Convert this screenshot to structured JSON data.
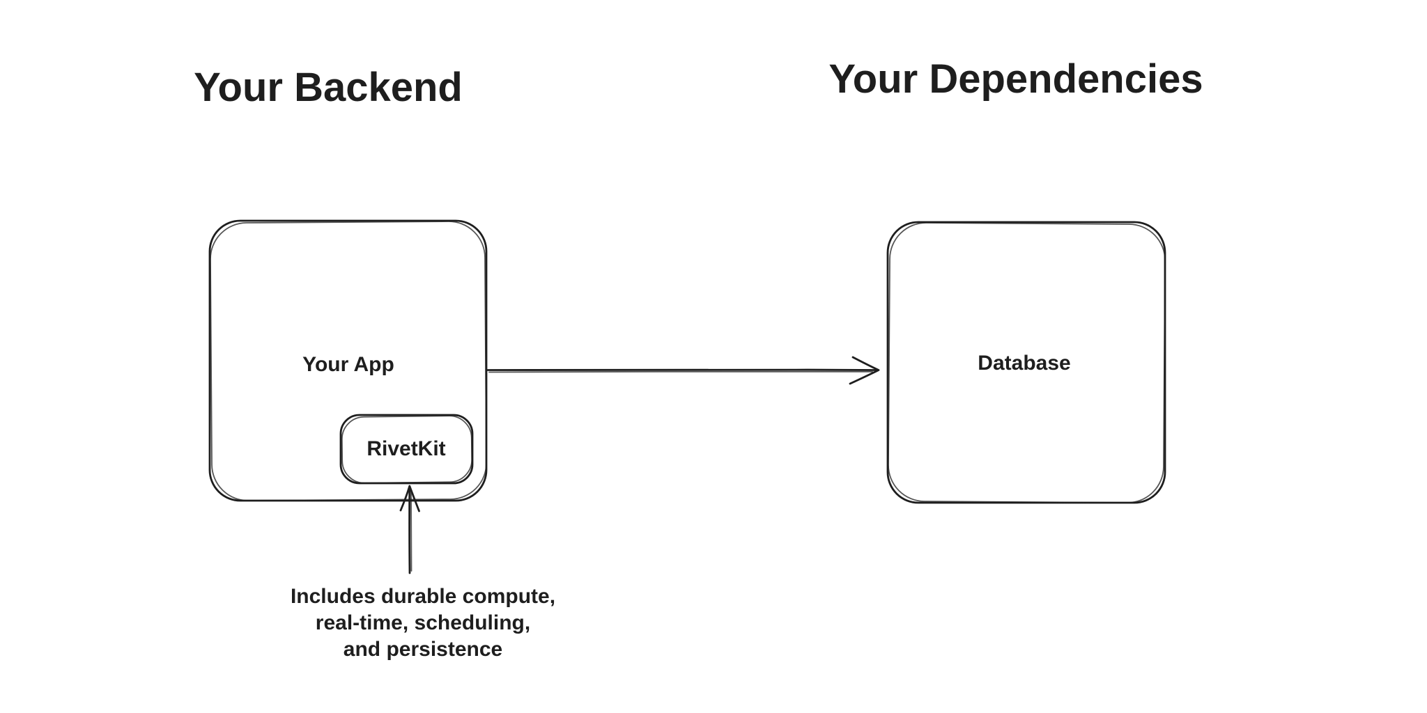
{
  "canvas": {
    "background": "#ffffff",
    "ink": "#1e1e1e"
  },
  "headings": {
    "left": "Your Backend",
    "right": "Your Dependencies"
  },
  "nodes": {
    "app": {
      "label": "Your App"
    },
    "rivetkit": {
      "label": "RivetKit"
    },
    "database": {
      "label": "Database"
    }
  },
  "connectors": {
    "app_to_database": "arrow-right",
    "annotation_to_rivetkit": "arrow-up"
  },
  "annotation": {
    "lines": [
      "Includes durable compute,",
      "real-time, scheduling,",
      "and persistence"
    ]
  }
}
